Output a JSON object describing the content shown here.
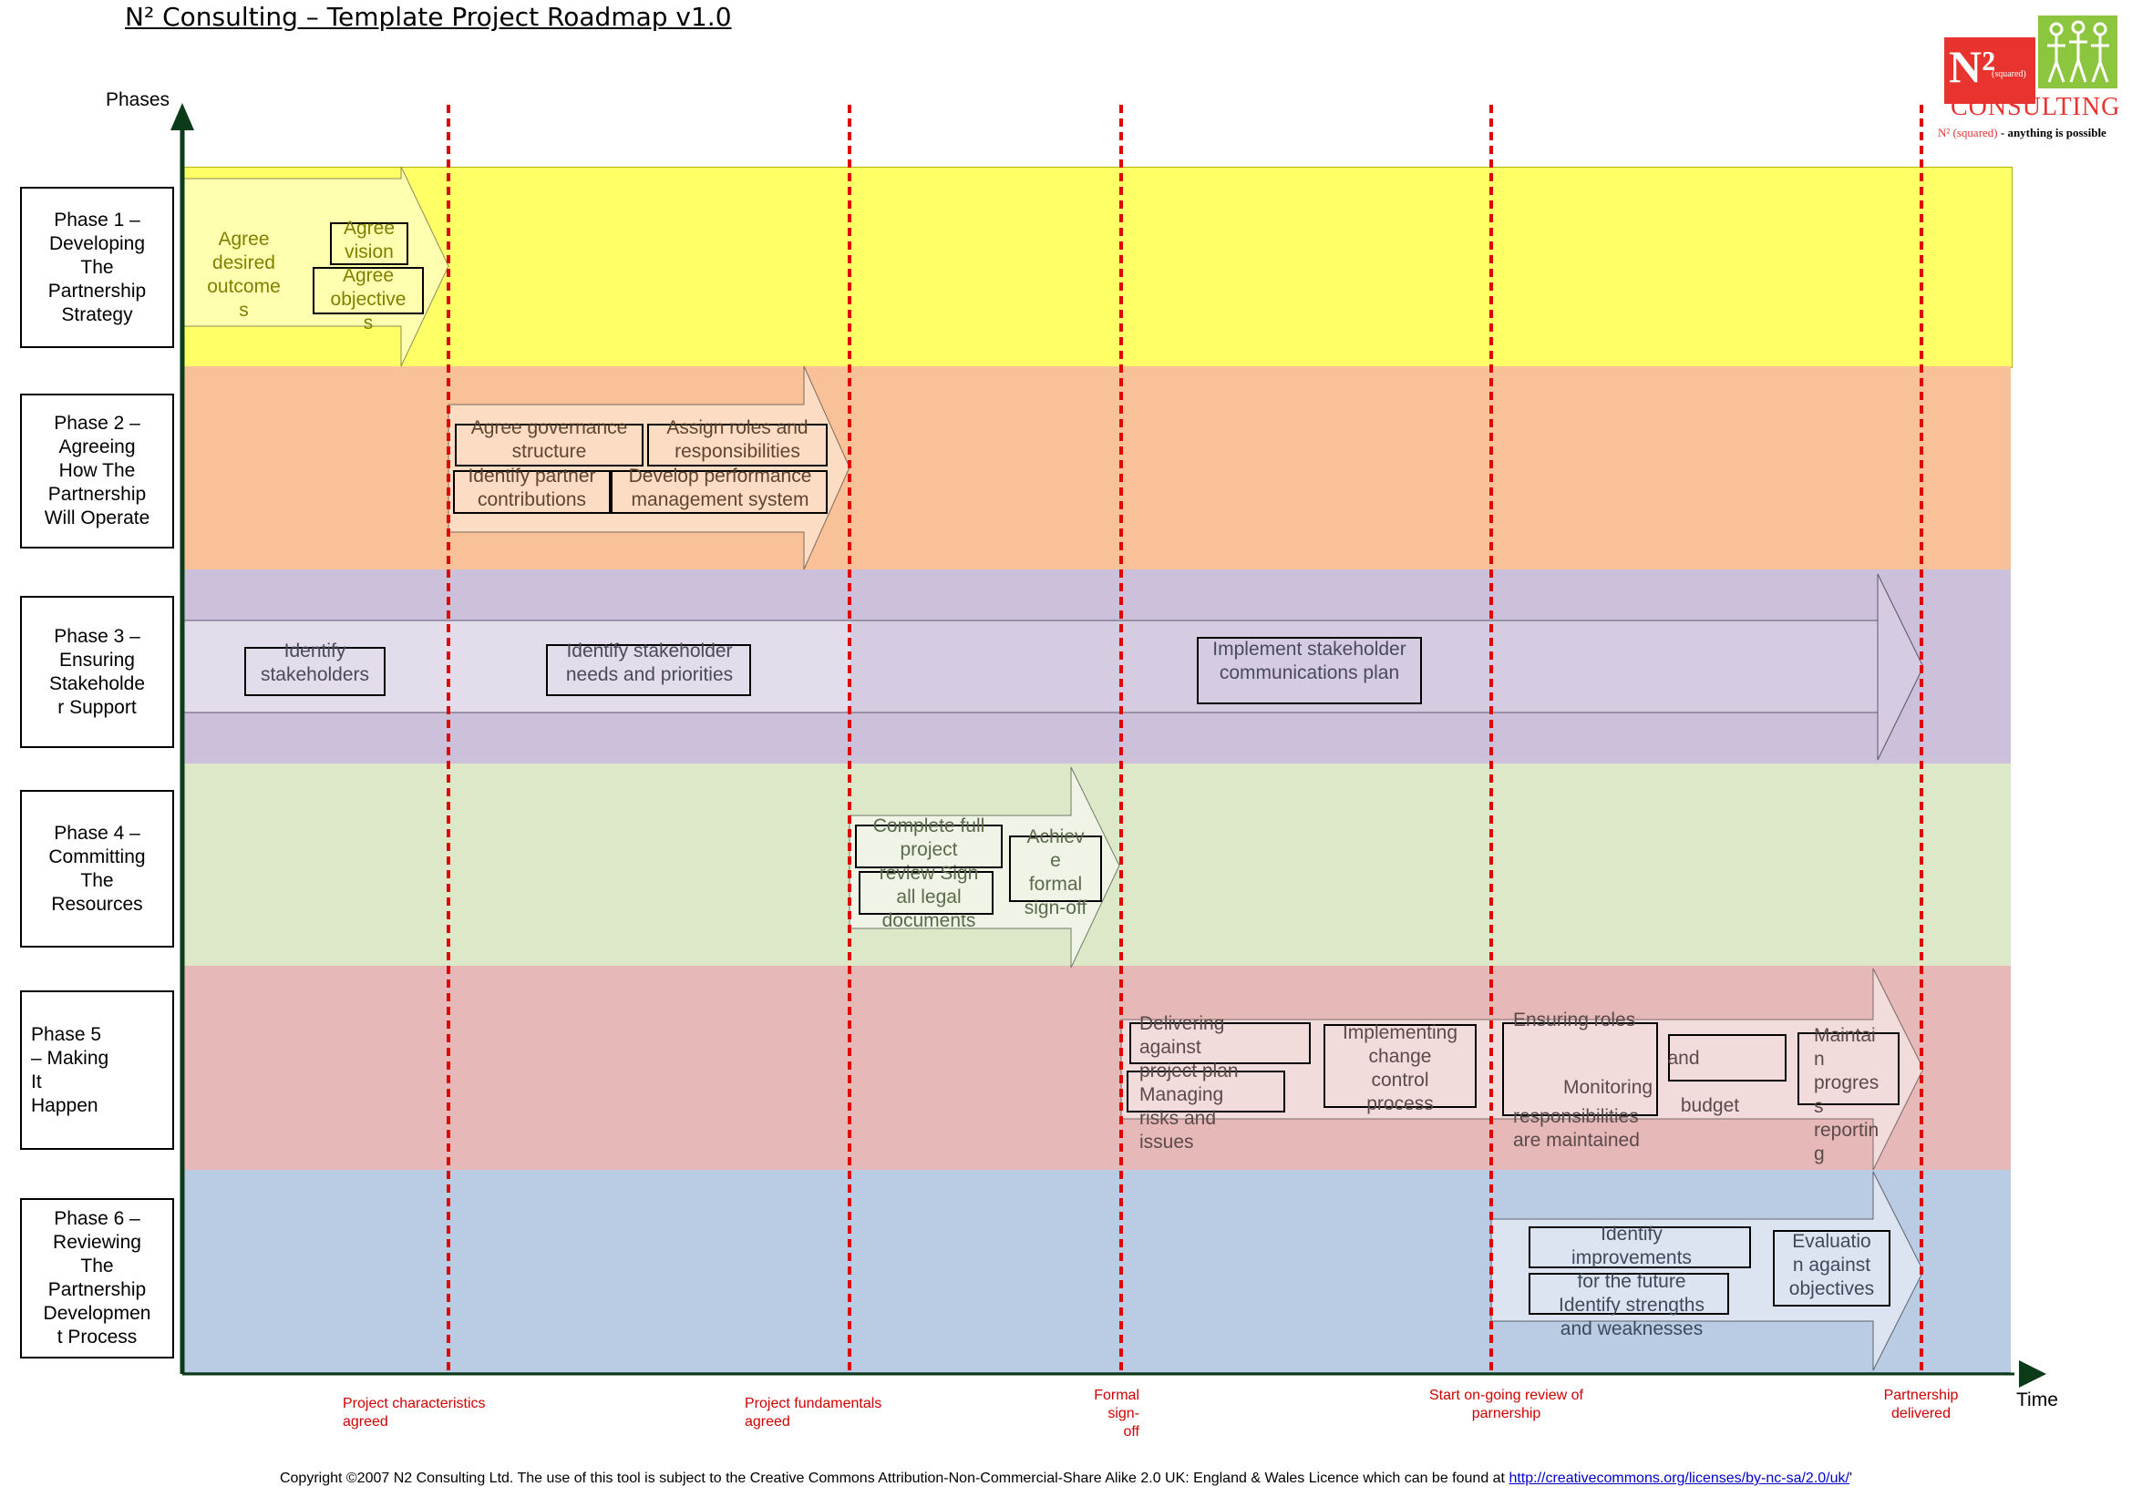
{
  "title": "N² Consulting – Template Project Roadmap v1.0",
  "axis": {
    "y_label": "Phases",
    "x_label": "Time"
  },
  "logo": {
    "mark": "N²",
    "sub": "(squared)",
    "name": "CONSULTING",
    "tag_prefix": "N² (squared)",
    "tag_suffix": " - anything is possible"
  },
  "colors": {
    "phase1": "#ffff66",
    "phase2": "#f8c197",
    "phase3": "#ccc0da",
    "phase4": "#dde8c9",
    "phase5": "#e6b8b7",
    "phase6": "#b9cce4",
    "milestone": "#d10000",
    "axis": "#0c3b1a"
  },
  "phases": [
    {
      "label": "Phase 1 –\nDeveloping\nThe\nPartnership\nStrategy"
    },
    {
      "label": "Phase 2 –\nAgreeing\nHow The\nPartnership\nWill Operate"
    },
    {
      "label": "Phase 3 –\nEnsuring\nStakeholde\nr Support"
    },
    {
      "label": "Phase 4 –\nCommitting\nThe\nResources"
    },
    {
      "label": "Phase    5\n–  Making\nIt\nHappen"
    },
    {
      "label": "Phase 6 –\nReviewing\nThe\nPartnership\nDevelopmen\nt Process"
    }
  ],
  "tasks": {
    "p1_outcomes": "Agree\ndesired\noutcome\ns",
    "p1_vision": "Agree\nvision",
    "p1_objectives": "Agree\nobjective\ns",
    "p2_governance": "Agree governance\nstructure",
    "p2_roles": "Assign roles and\nresponsibilities",
    "p2_contributions": "Identify partner\ncontributions",
    "p2_performance": "Develop performance\nmanagement system",
    "p3_identify": "Identify\nstakeholders",
    "p3_needs": "Identify stakeholder\nneeds and priorities",
    "p3_comms": "Implement stakeholder\ncommunications plan",
    "p4_review": "Complete full\nproject\nreview Sign\nall legal\ndocuments",
    "p4_signoff": "Achiev\ne\nformal\nsign-off",
    "p5_delivering": "Delivering\nagainst\nproject plan",
    "p5_managing": "Managing\nrisks and\nissues",
    "p5_change": "Implementing\nchange\ncontrol\nprocess",
    "p5_roles": "Ensuring roles",
    "p5_and": "and",
    "p5_monitoring": "Monitoring",
    "p5_resp": "responsibilities\nare maintained",
    "p5_budget": "budget",
    "p5_progress": "Maintai\nn\nprogres\ns\nreportin\ng",
    "p6_improve": "Identify\nimprovements\nfor the future\nIdentify strengths\nand weaknesses",
    "p6_eval": "Evaluatio\nn against\nobjectives"
  },
  "milestones": [
    {
      "label": "Project characteristics\nagreed"
    },
    {
      "label": "Project fundamentals\nagreed"
    },
    {
      "label": "Formal\nsign-\noff"
    },
    {
      "label": "Start on-going review of\nparnership"
    },
    {
      "label": "Partnership\ndelivered"
    }
  ],
  "footer": {
    "text": "Copyright ©2007 N2 Consulting Ltd. The use of this tool is subject to the Creative Commons Attribution-Non-Commercial-Share Alike 2.0 UK: England & Wales Licence which can be found at ",
    "link": "http://creativecommons.org/licenses/by-nc-sa/2.0/uk/",
    "tail": "'"
  }
}
